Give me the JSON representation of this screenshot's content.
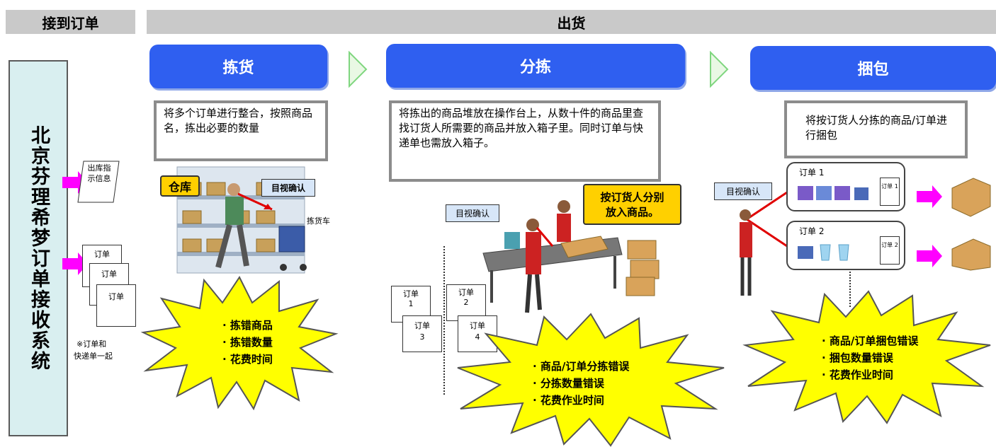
{
  "headers": {
    "receive": "接到订单",
    "ship": "出货"
  },
  "sidebar": {
    "system_name": "北京芬理希梦订单接收系统"
  },
  "left": {
    "shipping_info": "出库指示信息",
    "order_labels": [
      "订单",
      "订单",
      "订单"
    ],
    "note_line1": "※订单和",
    "note_line2": "快递单一起"
  },
  "phases": [
    {
      "title": "拣货",
      "description": "将多个订单进行整合，按照商品名，拣出必要的数量"
    },
    {
      "title": "分拣",
      "description": "将拣出的商品堆放在操作台上，从数十件的商品里查找订货人所需要的商品并放入箱子里。同时订单与快递单也需放入箱子。"
    },
    {
      "title": "捆包",
      "description": "将按订货人分拣的商品/订单进行捆包"
    }
  ],
  "picking": {
    "warehouse_tag": "仓库",
    "visual_check": "目视确认",
    "cart_label": "拣货车",
    "errors": [
      "拣错商品",
      "拣错数量",
      "花费时间"
    ]
  },
  "sorting": {
    "visual_check": "目视确认",
    "tag_line1": "按订货人分别",
    "tag_line2": "放入商品。",
    "orders": [
      {
        "l1": "订单",
        "l2": "1"
      },
      {
        "l1": "订单",
        "l2": "2"
      },
      {
        "l1": "订单",
        "l2": "3"
      },
      {
        "l1": "订单",
        "l2": "4"
      }
    ],
    "errors": [
      "商品/订单分拣错误",
      "分拣数量错误",
      "花费作业时间"
    ]
  },
  "packing": {
    "visual_check": "目视确认",
    "order1": "订单 1",
    "order2": "订单 2",
    "doc1": "订单 1",
    "doc2": "订单 2",
    "errors": [
      "商品/订单捆包错误",
      "捆包数量错误",
      "花费作业时间"
    ]
  },
  "colors": {
    "header_bg": "#c9c9c9",
    "phase_bg": "#2f5ff0",
    "burst": "#ffff00",
    "arrow": "#ff00ff",
    "red_line": "#e00000",
    "tag": "#ffd000",
    "chevron": "#7fd67f"
  }
}
